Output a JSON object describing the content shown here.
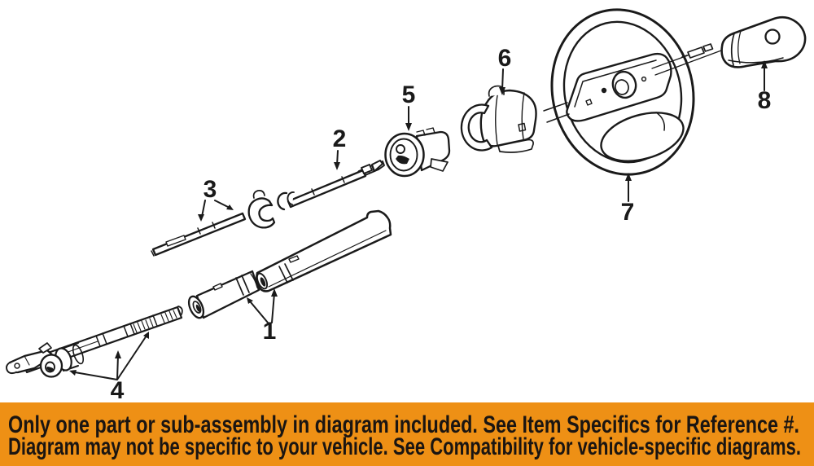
{
  "drawing": {
    "ink_color": "#1a1a1a",
    "background_color": "#ffffff"
  },
  "callouts": [
    {
      "label": "1"
    },
    {
      "label": "2"
    },
    {
      "label": "3"
    },
    {
      "label": "4"
    },
    {
      "label": "5"
    },
    {
      "label": "6"
    },
    {
      "label": "7"
    },
    {
      "label": "8"
    }
  ],
  "banner": {
    "bg_color": "#ee9015",
    "text_color": "#1a1512",
    "line1": "Only one part or sub-assembly in diagram included. See Item Specifics for Reference #.",
    "line2": "Diagram may not be specific to your vehicle. See Compatibility for vehicle-specific diagrams."
  }
}
